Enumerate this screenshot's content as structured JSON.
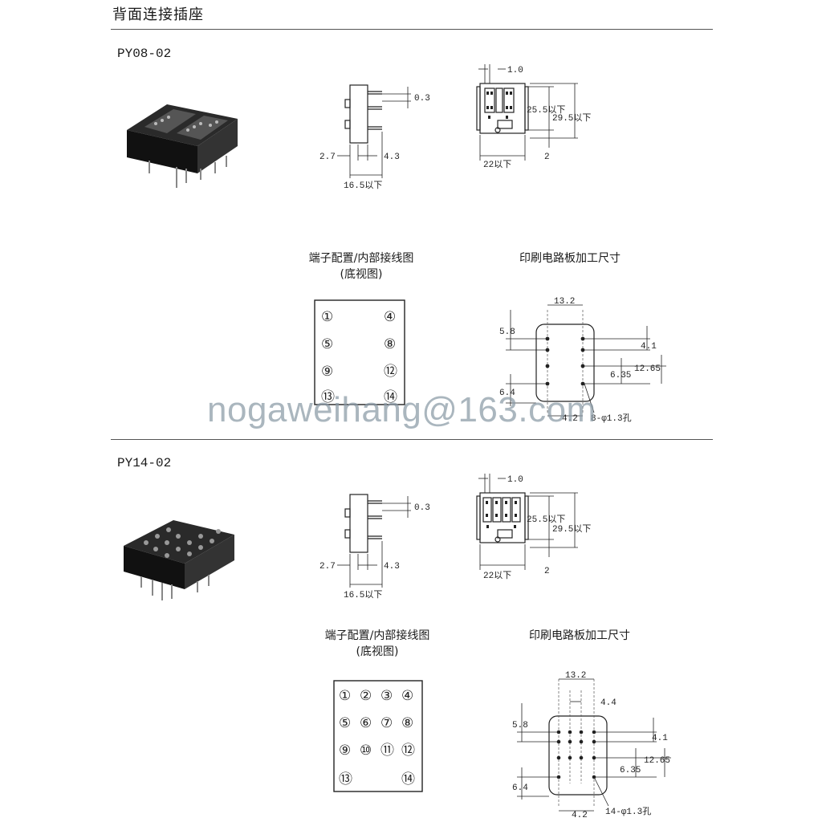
{
  "header": {
    "title": "背面连接插座"
  },
  "sections": [
    {
      "model": "PY08-02",
      "side_view": {
        "dim_top": "0.3",
        "dim_left": "2.7",
        "dim_right": "4.3",
        "dim_width": "16.5以下"
      },
      "front_view": {
        "dim_pin": "1.0",
        "dim_inner_h": "25.5以下",
        "dim_outer_h": "29.5以下",
        "dim_bottom": "2",
        "dim_width": "22以下"
      },
      "terminal_caption": [
        "端子配置/内部接线图",
        "(底视图)"
      ],
      "terminals": [
        [
          "①",
          "④"
        ],
        [
          "⑤",
          "⑧"
        ],
        [
          "⑨",
          "⑫"
        ],
        [
          "⑬",
          "⑭"
        ]
      ],
      "pcb_caption": "印刷电路板加工尺寸",
      "pcb": {
        "dim_top": "13.2",
        "dim_left1": "5.8",
        "dim_r1": "4.1",
        "dim_r2": "12.65",
        "dim_r3": "6.35",
        "dim_left2": "6.4",
        "dim_bottom": "4.2",
        "hole": "8-φ1.3孔"
      }
    },
    {
      "model": "PY14-02",
      "side_view": {
        "dim_top": "0.3",
        "dim_left": "2.7",
        "dim_right": "4.3",
        "dim_width": "16.5以下"
      },
      "front_view": {
        "dim_pin": "1.0",
        "dim_inner_h": "25.5以下",
        "dim_outer_h": "29.5以下",
        "dim_bottom": "2",
        "dim_width": "22以下"
      },
      "terminal_caption": [
        "端子配置/内部接线图",
        "(底视图)"
      ],
      "terminals": [
        [
          "①",
          "②",
          "③",
          "④"
        ],
        [
          "⑤",
          "⑥",
          "⑦",
          "⑧"
        ],
        [
          "⑨",
          "⑩",
          "⑪",
          "⑫"
        ],
        [
          "⑬",
          "⑭"
        ]
      ],
      "pcb_caption": "印刷电路板加工尺寸",
      "pcb": {
        "dim_top": "13.2",
        "dim_pitch": "4.4",
        "dim_left1": "5.8",
        "dim_r1": "4.1",
        "dim_r2": "12.65",
        "dim_r3": "6.35",
        "dim_left2": "6.4",
        "dim_bottom": "4.2",
        "hole": "14-φ1.3孔"
      }
    }
  ],
  "watermark": "nogaweihang@163.com"
}
